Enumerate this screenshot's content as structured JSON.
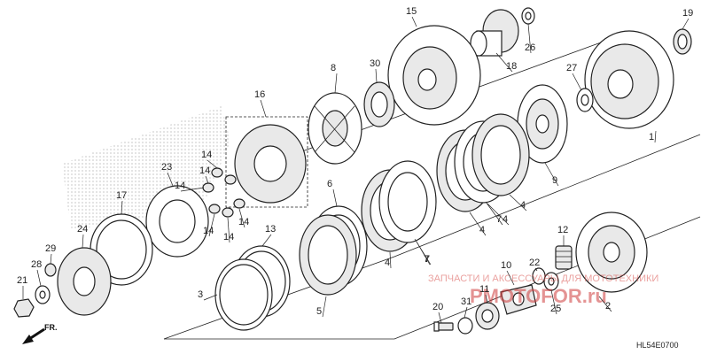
{
  "diagram": {
    "diagram_code": "HL54E0700",
    "direction_label": "FR.",
    "watermark_small": "ЗАПЧАСТИ И АКСЕССУАРЫ ДЛЯ МОТОТЕХНИКИ",
    "watermark_large": "PMOTOFOR.ru",
    "callouts": [
      "1",
      "2",
      "3",
      "4",
      "4",
      "4",
      "4",
      "5",
      "6",
      "7",
      "7",
      "7",
      "8",
      "9",
      "10",
      "11",
      "12",
      "13",
      "14",
      "14",
      "14",
      "14",
      "14",
      "14",
      "15",
      "16",
      "17",
      "18",
      "19",
      "20",
      "21",
      "22",
      "23",
      "24",
      "25",
      "26",
      "27",
      "28",
      "29",
      "30",
      "31"
    ]
  }
}
